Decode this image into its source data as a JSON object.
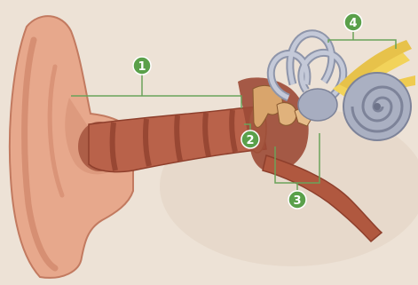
{
  "callouts": [
    {
      "number": "1",
      "color": "#5aa04a"
    },
    {
      "number": "2",
      "color": "#5aa04a"
    },
    {
      "number": "3",
      "color": "#5aa04a"
    },
    {
      "number": "4",
      "color": "#5aa04a"
    }
  ],
  "colors": {
    "background": "#ede2d6",
    "skin": "#e7a88c",
    "skin_shadow": "#cf8468",
    "canal": "#b9624a",
    "canal_band": "#8e3f2c",
    "eardrum": "#f0c79a",
    "ossicles": "#d9a56c",
    "cochlea": "#aab0c2",
    "nerve": "#f2d35a",
    "leader_line": "#6aa35a"
  }
}
